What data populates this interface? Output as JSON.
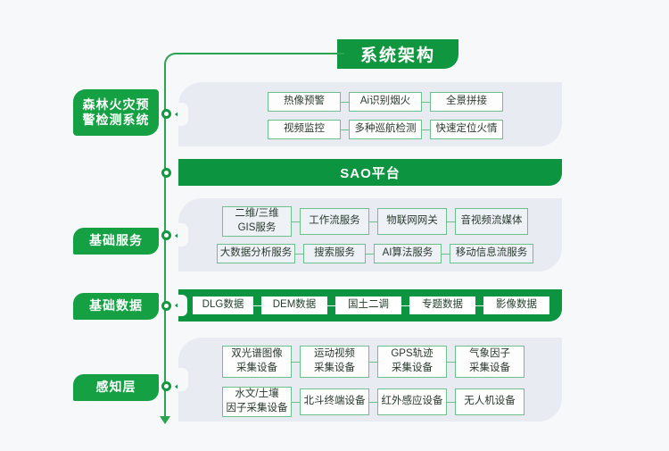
{
  "title": {
    "text": "系统架构"
  },
  "colors": {
    "brand_green": "#0c9440",
    "label_green": "#14a043",
    "panel_bg": "#e8ecf2",
    "box_border": "#6cc08c",
    "page_bg": "#f7f8fa",
    "spine": "#2aa451"
  },
  "layers": [
    {
      "id": "warning-system",
      "label": "森林火灾预\n警检测系统",
      "kind": "panel",
      "rows": [
        [
          "热像预警",
          "Ai识别烟火",
          "全景拼接"
        ],
        [
          "视频监控",
          "多种巡航检测",
          "快速定位火情"
        ]
      ]
    },
    {
      "id": "sao-platform",
      "label": "",
      "kind": "bar",
      "bar_title": "SAO平台",
      "rows": []
    },
    {
      "id": "basic-service",
      "label": "基础服务",
      "kind": "panel",
      "rows": [
        [
          "二维/三维\nGIS服务",
          "工作流服务",
          "物联网网关",
          "音视频流媒体"
        ],
        [
          "大数据分析服务",
          "搜索服务",
          "AI算法服务",
          "移动信息流服务"
        ]
      ]
    },
    {
      "id": "basic-data",
      "label": "基础数据",
      "kind": "bar",
      "bar_title": "",
      "rows": [
        [
          "DLG数据",
          "DEM数据",
          "国土二调",
          "专题数据",
          "影像数据"
        ]
      ]
    },
    {
      "id": "perception",
      "label": "感知层",
      "kind": "panel",
      "rows": [
        [
          "双光谱图像\n采集设备",
          "运动视频\n采集设备",
          "GPS轨迹\n采集设备",
          "气象因子\n采集设备"
        ],
        [
          "水文/土壤\n因子采集设备",
          "北斗终端设备",
          "红外感应设备",
          "无人机设备"
        ]
      ]
    }
  ]
}
